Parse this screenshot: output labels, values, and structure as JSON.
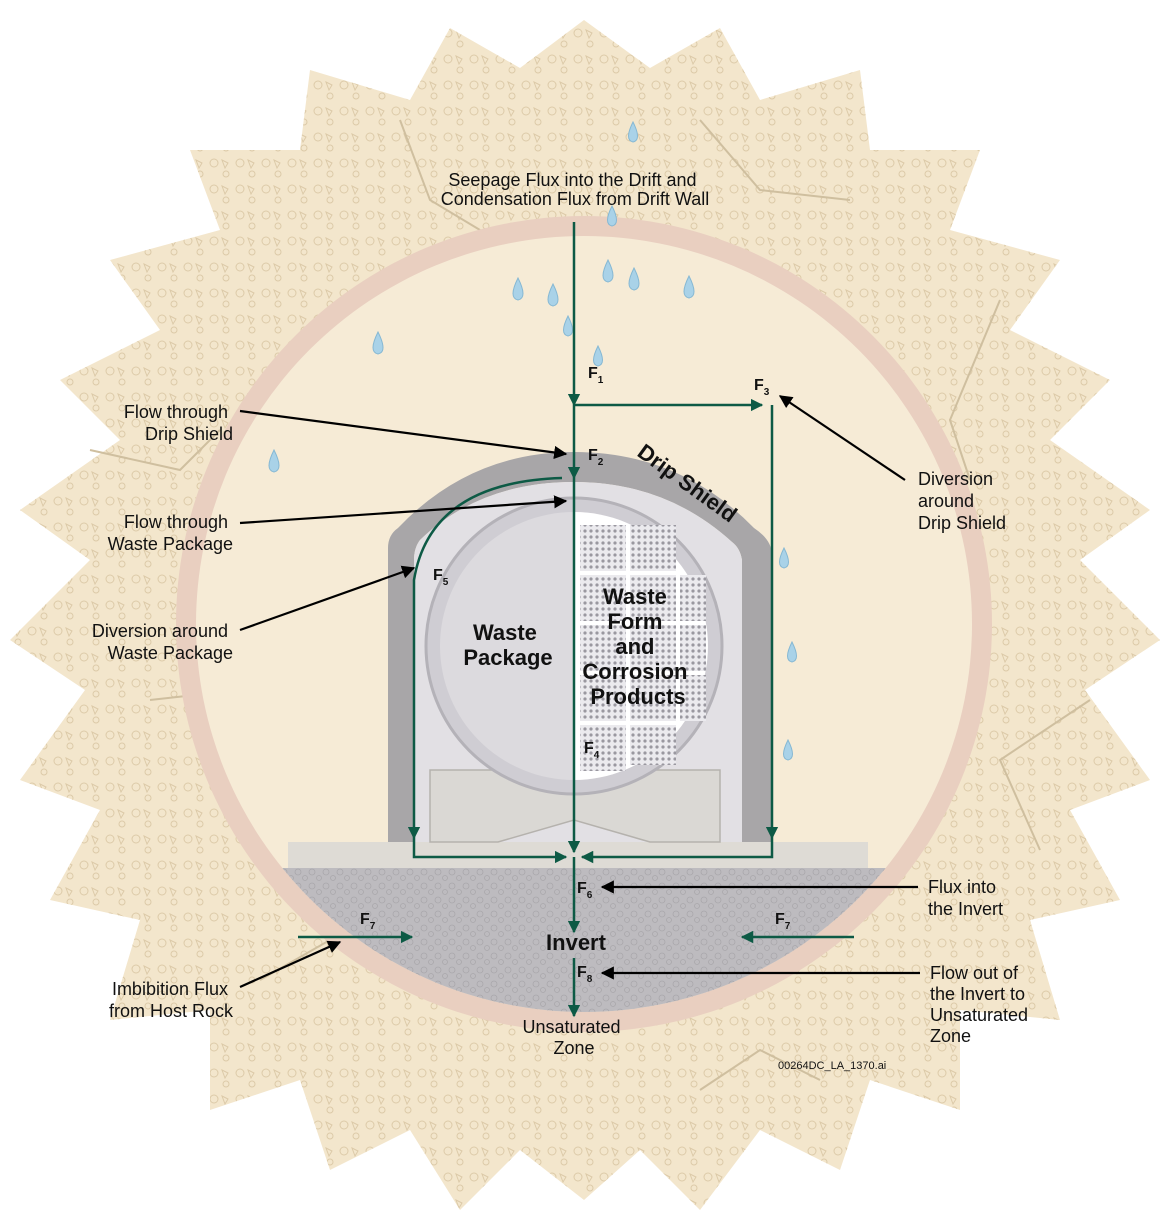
{
  "labels": {
    "seepage": [
      "Seepage Flux into the Drift and",
      "Condensation Flux from Drift Wall"
    ],
    "flow_drip_shield": [
      "Flow through",
      "Drip Shield"
    ],
    "flow_waste_package": [
      "Flow through",
      "Waste Package"
    ],
    "diversion_waste_package": [
      "Diversion around",
      "Waste Package"
    ],
    "diversion_drip_shield": [
      "Diversion",
      "around",
      "Drip Shield"
    ],
    "flux_invert": [
      "Flux into",
      "the Invert"
    ],
    "flow_out_invert": [
      "Flow out of",
      "the Invert to",
      "Unsaturated",
      "Zone"
    ],
    "imbibition": [
      "Imbibition Flux",
      "from Host Rock"
    ],
    "unsaturated": [
      "Unsaturated",
      "Zone"
    ],
    "drip_shield": "Drip Shield",
    "waste_package": [
      "Waste",
      "Package"
    ],
    "waste_form": [
      "Waste",
      "Form",
      "and",
      "Corrosion",
      "Products"
    ],
    "invert": "Invert",
    "file_id": "00264DC_LA_1370.ai"
  },
  "fluxes": [
    {
      "letter": "F",
      "sub": "1"
    },
    {
      "letter": "F",
      "sub": "2"
    },
    {
      "letter": "F",
      "sub": "3"
    },
    {
      "letter": "F",
      "sub": "4"
    },
    {
      "letter": "F",
      "sub": "5"
    },
    {
      "letter": "F",
      "sub": "6"
    },
    {
      "letter": "F",
      "sub": "7"
    },
    {
      "letter": "F",
      "sub": "7"
    },
    {
      "letter": "F",
      "sub": "8"
    }
  ],
  "colors": {
    "rock": "#f3e6cc",
    "drift_ring": "#e9cfc0",
    "drift_interior": "#f6ebd6",
    "drip_shield": "#a8a6a8",
    "waste_package": "#cfcdd3",
    "invert": "#bdbbbf",
    "flow_arrow": "#0d5a45",
    "label_arrow": "#000000",
    "water_drop": "#a9d2e8"
  }
}
